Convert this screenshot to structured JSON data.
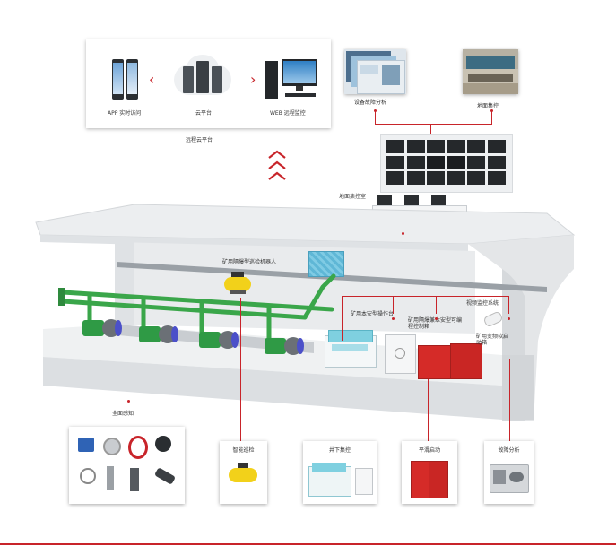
{
  "cloud": {
    "app_label": "APP 实时访问",
    "cloud_label": "云平台",
    "web_label": "WEB 远程监控",
    "platform_label": "远程云平台"
  },
  "top_right": {
    "analysis_label": "设备故障分析",
    "surface_label": "地面集控"
  },
  "scene": {
    "control_room_label": "地面集控室",
    "robot_label": "矿用隔爆型巡检机器人",
    "monitor_label": "视频监控系统",
    "panel_label": "矿用本安型操作台",
    "controller_label": "矿用隔爆兼本安型可编程控制箱",
    "cabinet_label": "矿用变频软启动箱",
    "sensing_label": "全面感知"
  },
  "bottom": {
    "patrol_label": "智能巡检",
    "underground_label": "井下集控",
    "soft_start_label": "平滑启动",
    "diagnosis_label": "故障分析"
  },
  "colors": {
    "accent": "#c8242a",
    "pipe": "#3aa64a",
    "wall": "#e4e6e8"
  }
}
